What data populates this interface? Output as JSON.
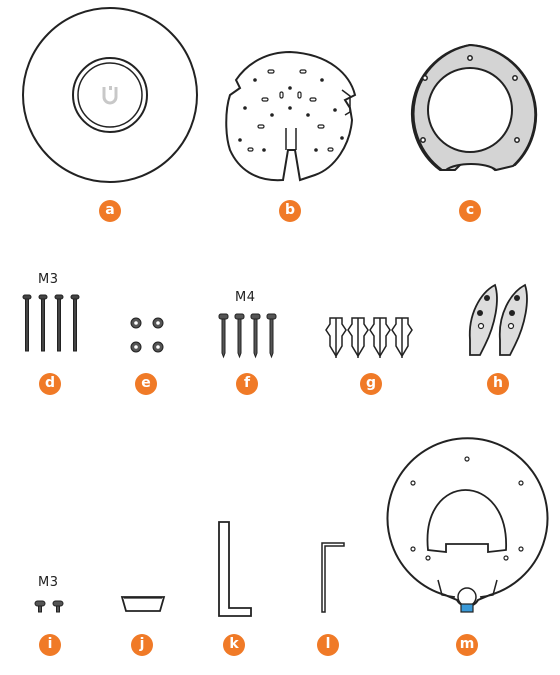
{
  "colors": {
    "badge": "#f07a27",
    "outline": "#222222",
    "plate_fill": "#d4d4d4",
    "logo": "#c8c8c8"
  },
  "items": [
    {
      "letter": "a",
      "icon": "access-point-device"
    },
    {
      "letter": "b",
      "icon": "mounting-bracket"
    },
    {
      "letter": "c",
      "icon": "ring-plate"
    },
    {
      "letter": "d",
      "icon": "long-screws",
      "size": "M3"
    },
    {
      "letter": "e",
      "icon": "nuts"
    },
    {
      "letter": "f",
      "icon": "wood-screws",
      "size": "M4"
    },
    {
      "letter": "g",
      "icon": "wall-anchors"
    },
    {
      "letter": "h",
      "icon": "ceiling-clips"
    },
    {
      "letter": "i",
      "icon": "short-screws",
      "size": "M3"
    },
    {
      "letter": "j",
      "icon": "cable-cover"
    },
    {
      "letter": "k",
      "icon": "hex-key-large"
    },
    {
      "letter": "l",
      "icon": "hex-key-small"
    },
    {
      "letter": "m",
      "icon": "mounting-plate"
    }
  ]
}
